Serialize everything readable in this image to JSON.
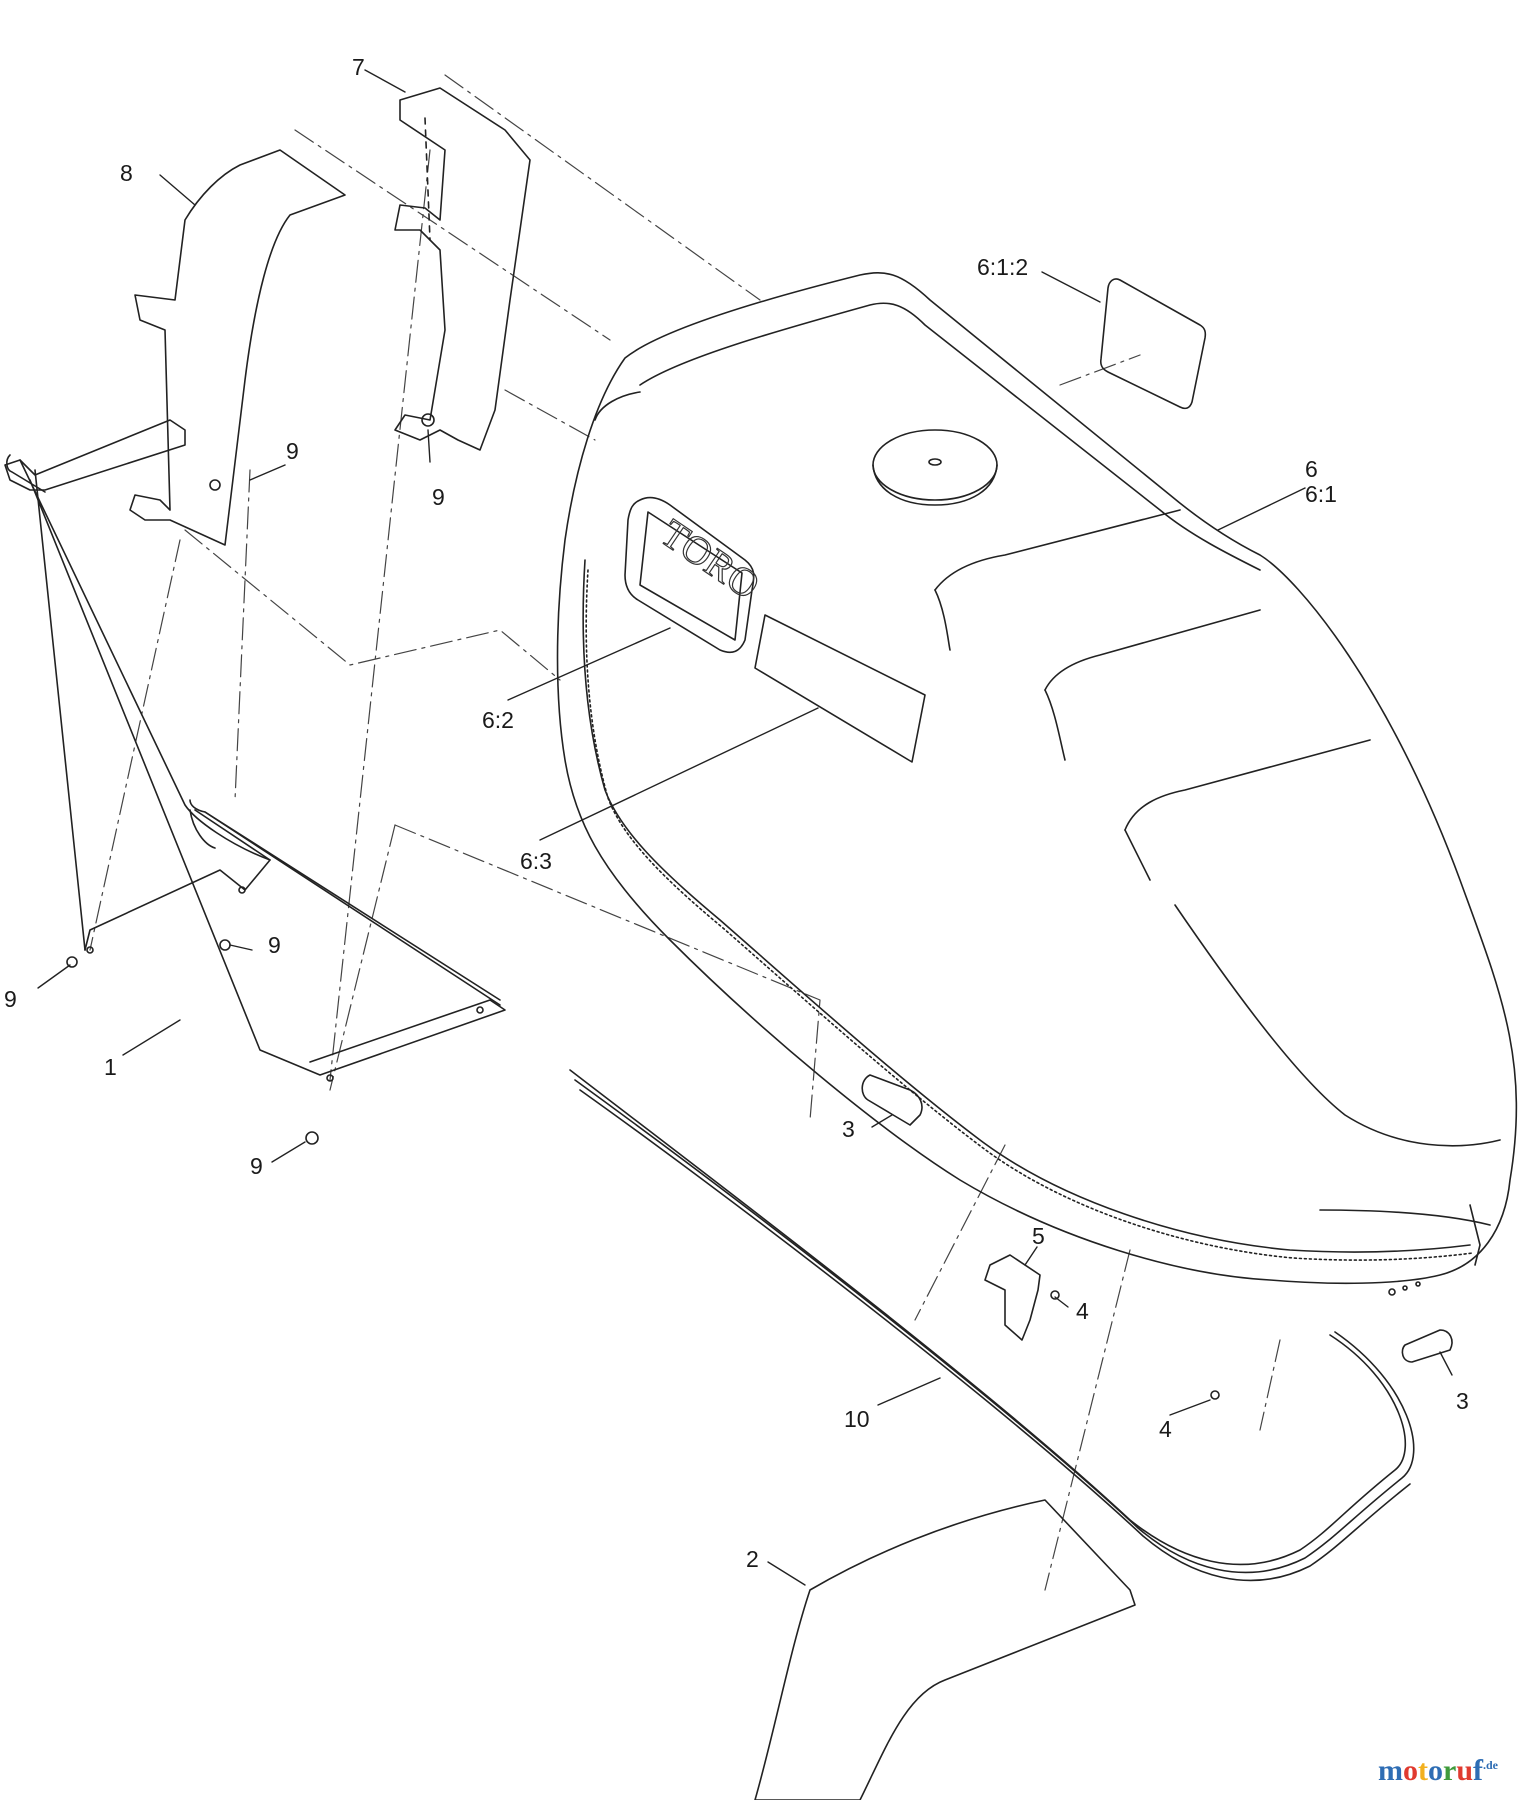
{
  "diagram": {
    "callouts": {
      "c7": "7",
      "c8": "8",
      "c612": "6:1:2",
      "c6": "6",
      "c61": "6:1",
      "c9a": "9",
      "c9b": "9",
      "c62": "6:2",
      "c63": "6:3",
      "c9c": "9",
      "c9d": "9",
      "c1": "1",
      "c9e": "9",
      "c3a": "3",
      "c5": "5",
      "c4a": "4",
      "c3b": "3",
      "c10": "10",
      "c4b": "4",
      "c2": "2"
    },
    "logo_text": "TORO",
    "watermark": {
      "letters": [
        "m",
        "o",
        "t",
        "o",
        "r",
        "u",
        "f"
      ],
      "tld": ".de",
      "colors": [
        "#2e6db4",
        "#e03a2f",
        "#f2b01e",
        "#2e6db4",
        "#3f9b3b",
        "#e03a2f",
        "#2e6db4"
      ]
    }
  }
}
